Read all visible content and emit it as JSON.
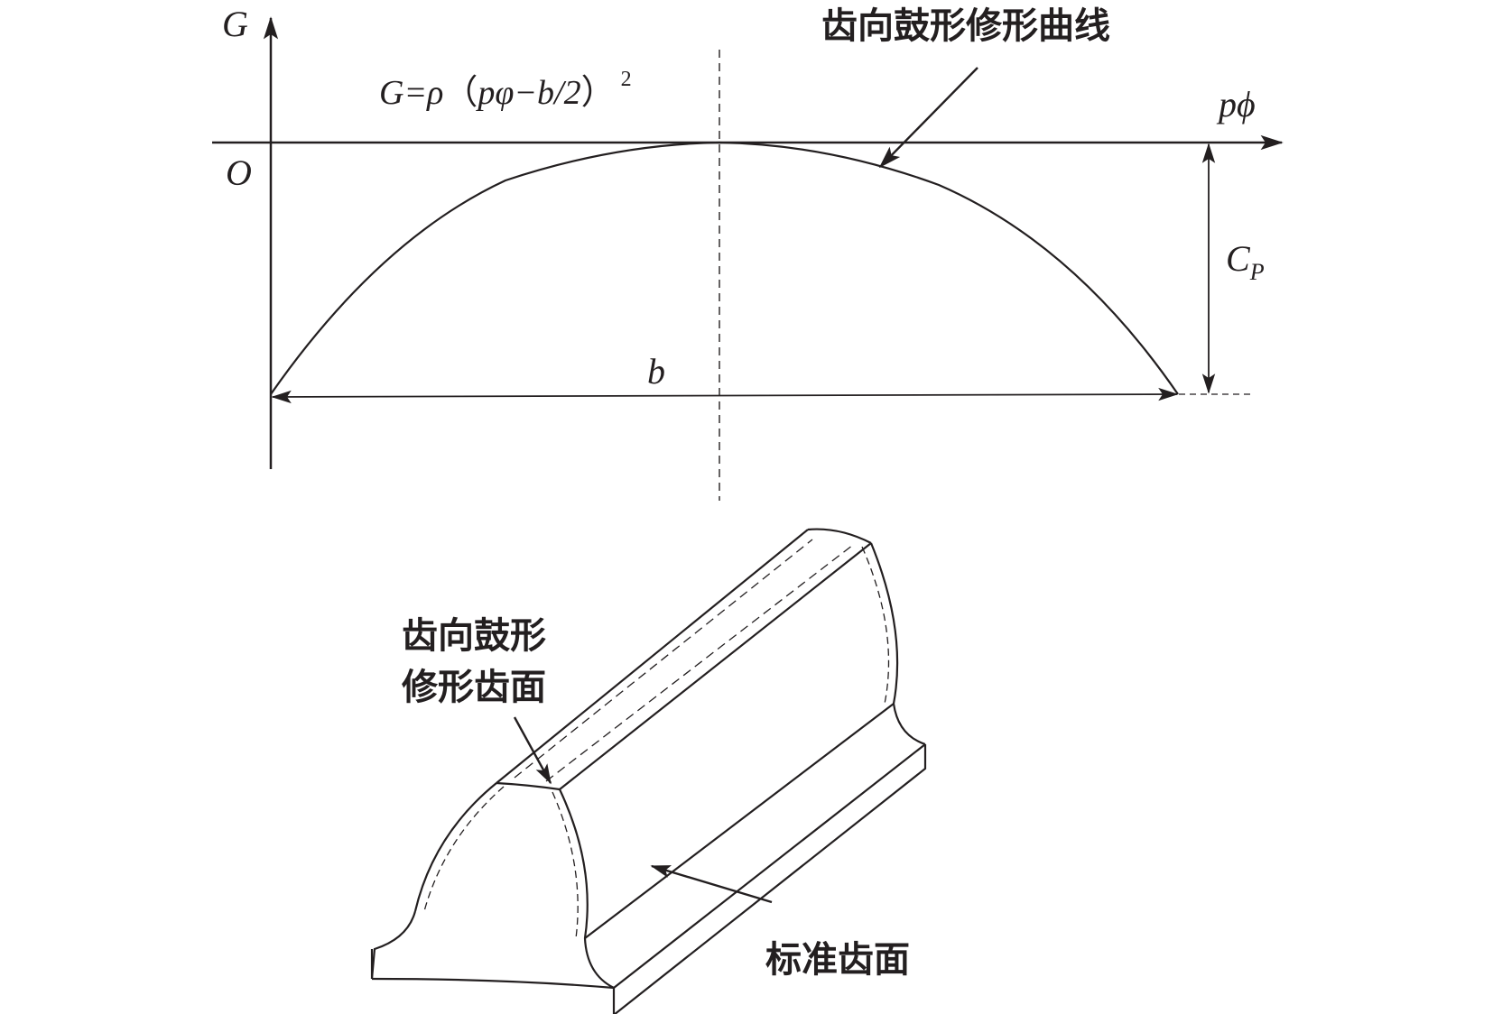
{
  "top_diagram": {
    "y_axis_label": "G",
    "x_axis_label": "pϕ",
    "origin_label": "O",
    "formula": {
      "lhs": "G=ρ",
      "paren_open": "（",
      "body": "pφ−b/2",
      "paren_close": "）",
      "exponent": "2"
    },
    "curve_label": "齿向鼓形修形曲线",
    "width_label": "b",
    "depth_label": {
      "main": "C",
      "subscript": "P"
    }
  },
  "bottom_diagram": {
    "crowned_surface_label": [
      "齿向鼓形",
      "修形齿面"
    ],
    "standard_surface_label": "标准齿面"
  }
}
